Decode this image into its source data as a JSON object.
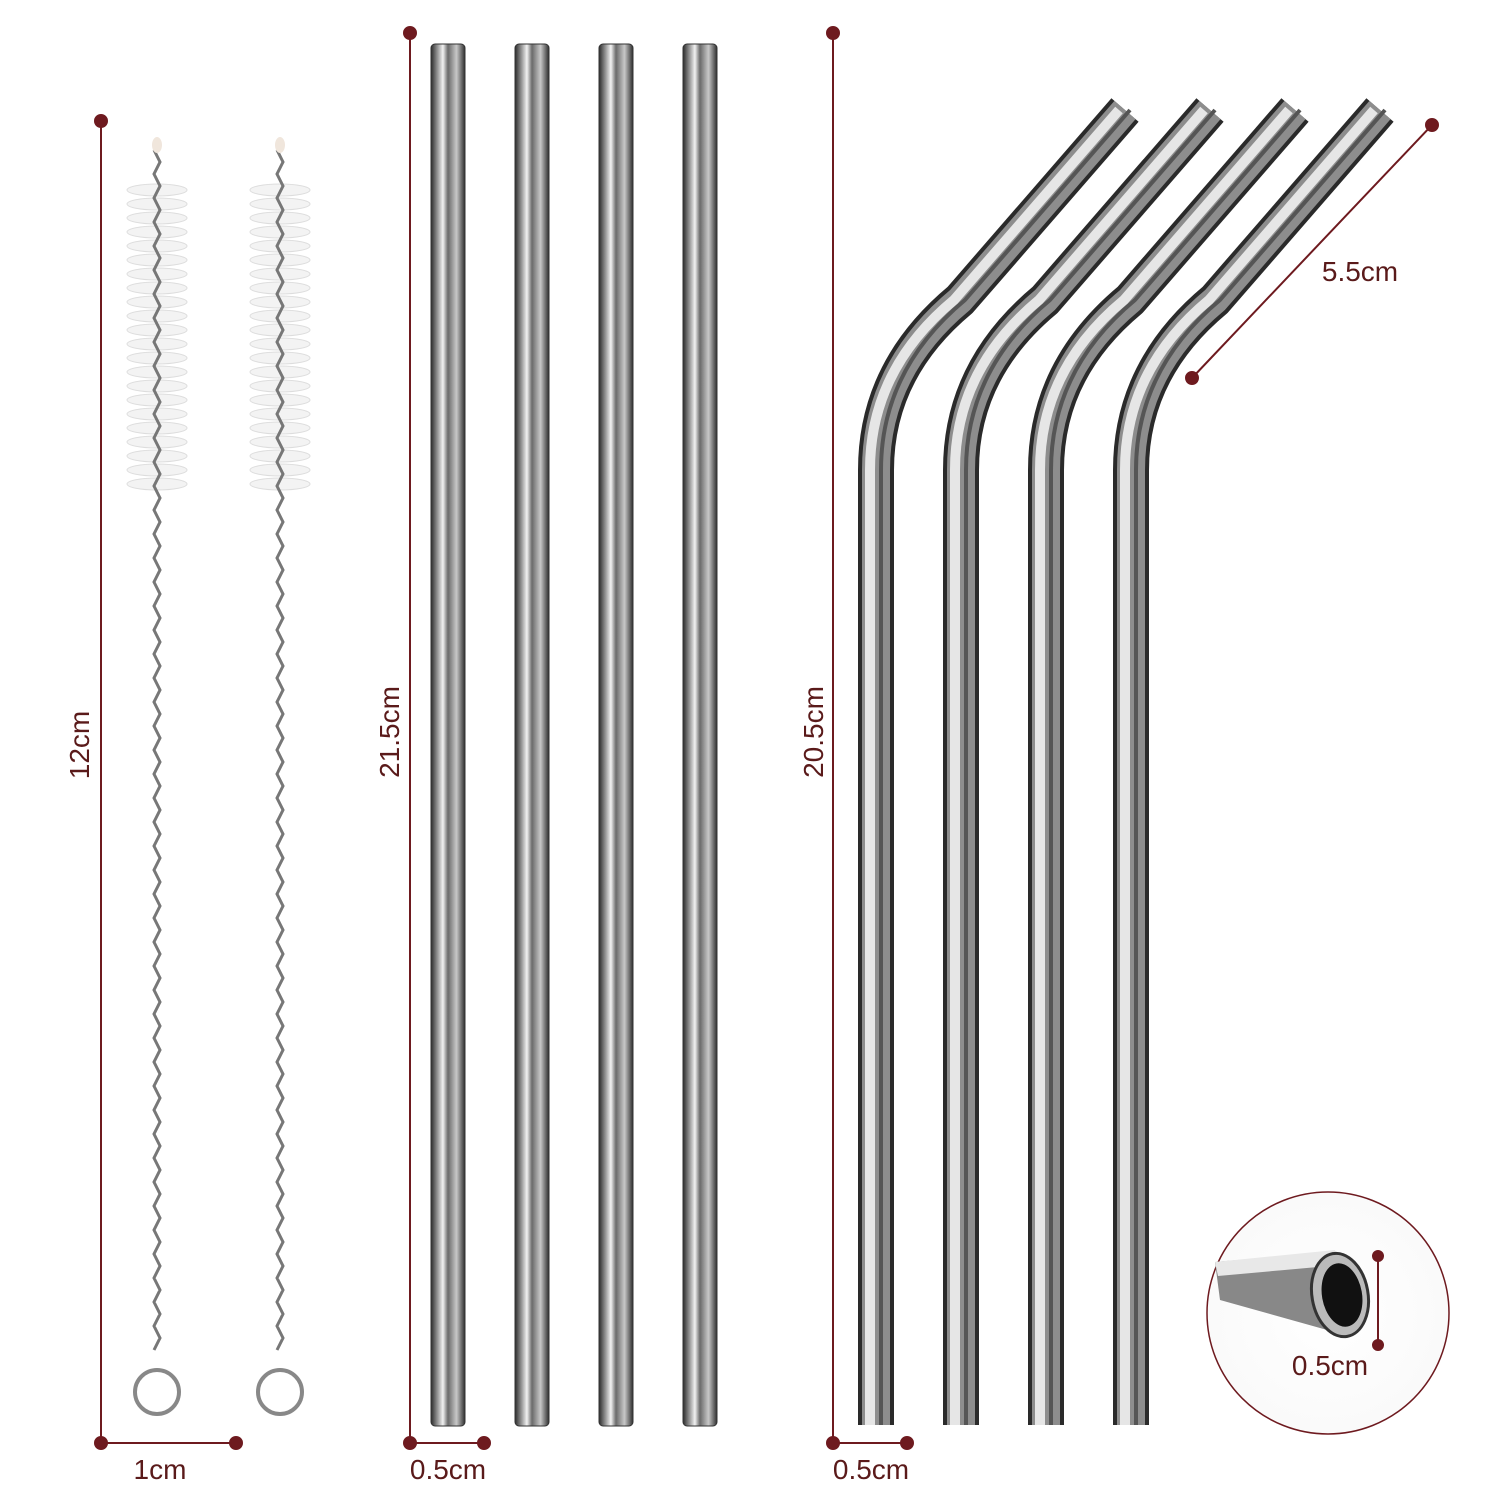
{
  "labels": {
    "brush_length": "12cm",
    "brush_width": "1cm",
    "straight_length": "21.5cm",
    "straight_width": "0.5cm",
    "bent_length": "20.5cm",
    "bent_width": "0.5cm",
    "bent_tip_length": "5.5cm",
    "inner_diameter": "0.5cm"
  },
  "colors": {
    "dimension": "#6e1a1f",
    "label": "#5a1a1a"
  }
}
